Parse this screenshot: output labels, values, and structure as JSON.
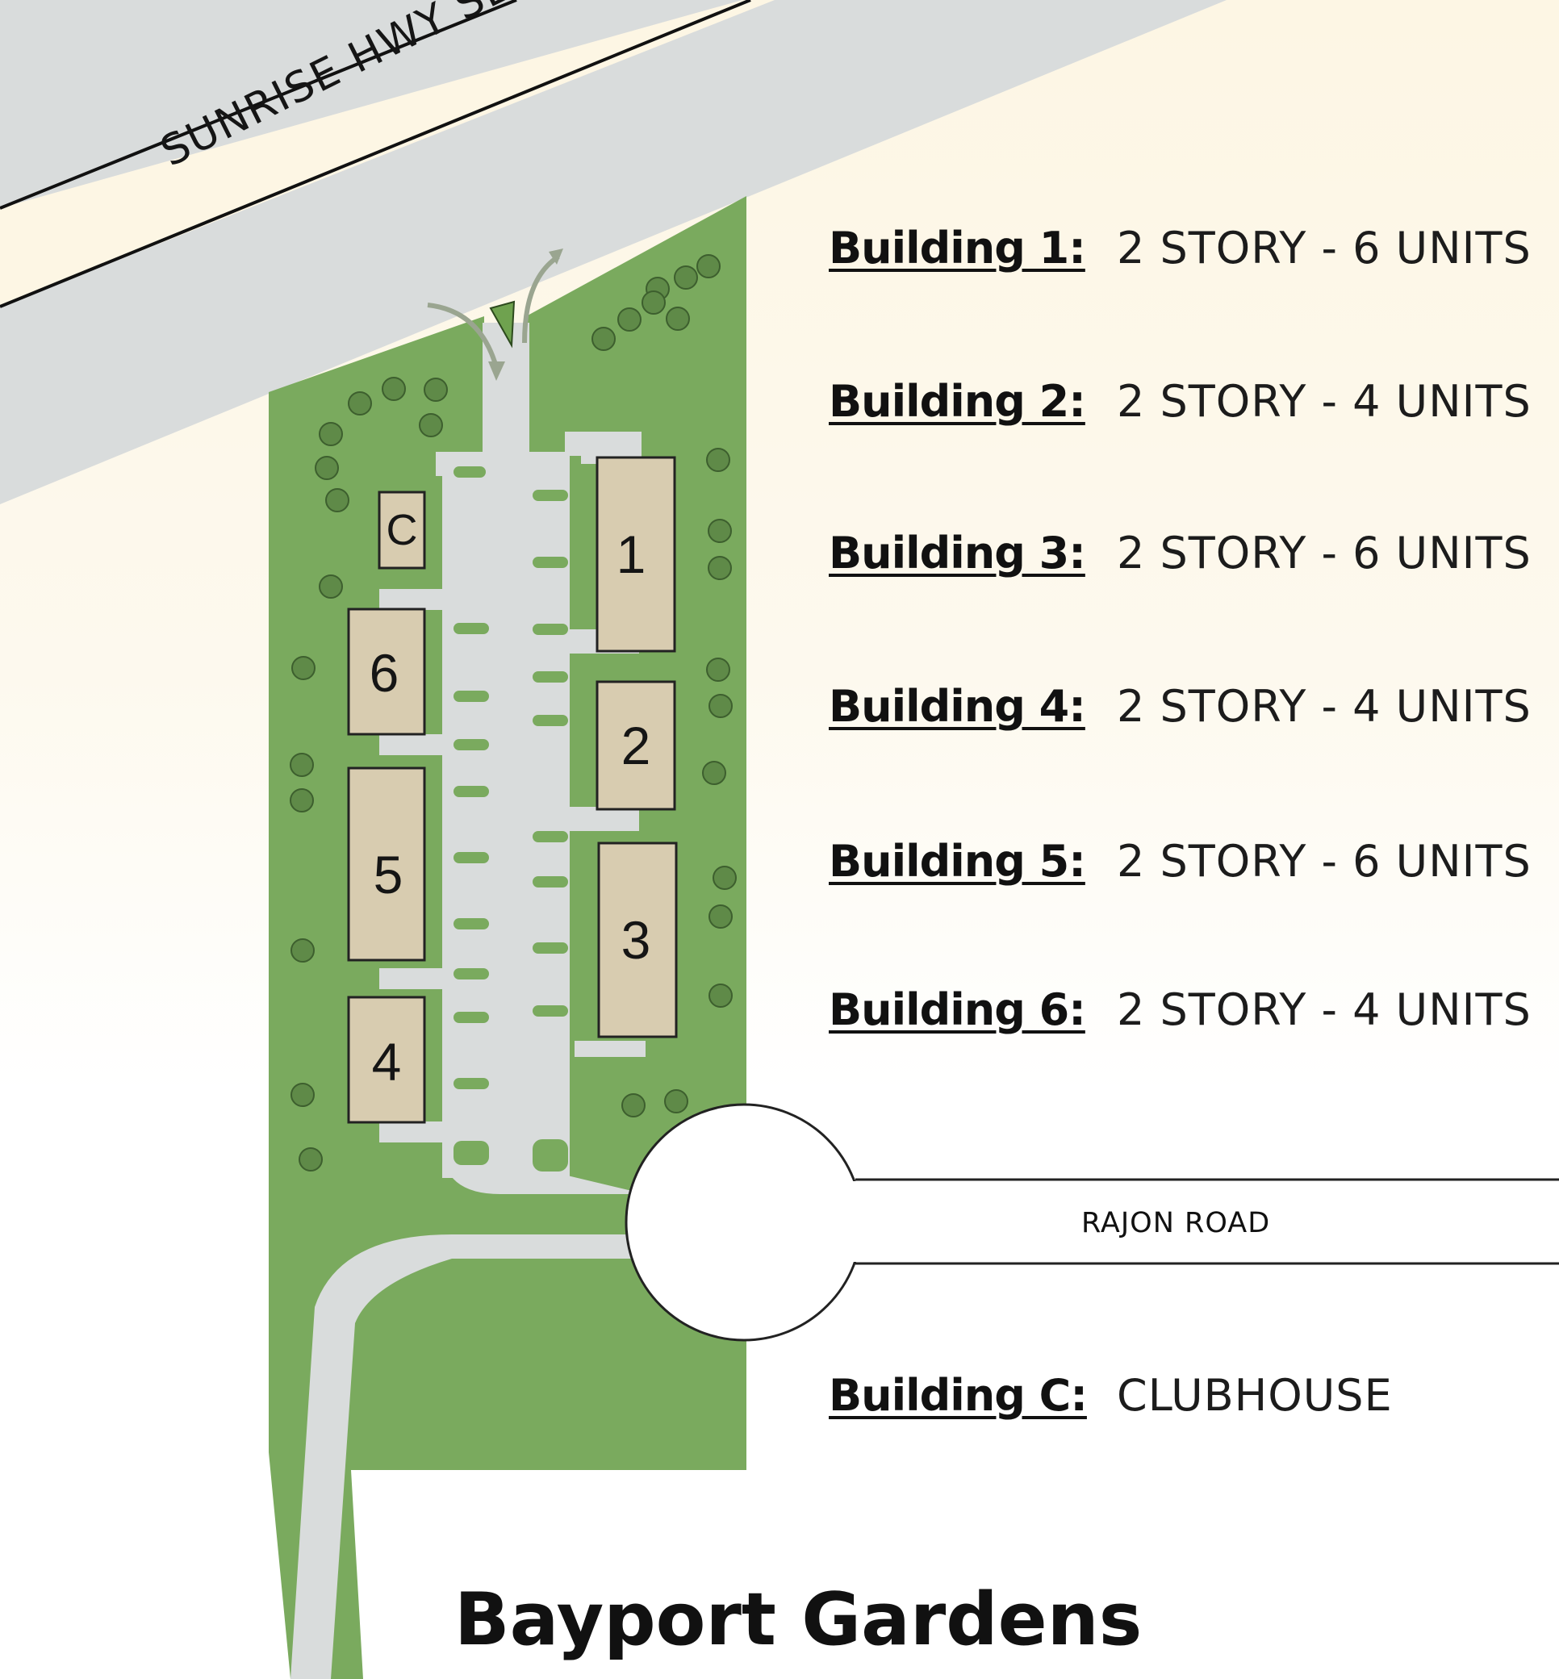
{
  "site": {
    "title": "Bayport Gardens"
  },
  "roads": {
    "north": "SUNRISE HWY SERVICE ROAD",
    "east": "RAJON ROAD"
  },
  "buildings": [
    {
      "id": "1",
      "label": "Building 1:",
      "desc": "2 STORY - 6 UNITS"
    },
    {
      "id": "2",
      "label": "Building 2:",
      "desc": "2 STORY - 4 UNITS"
    },
    {
      "id": "3",
      "label": "Building 3:",
      "desc": "2 STORY - 6 UNITS"
    },
    {
      "id": "4",
      "label": "Building 4:",
      "desc": "2 STORY - 4 UNITS"
    },
    {
      "id": "5",
      "label": "Building 5:",
      "desc": "2 STORY - 6 UNITS"
    },
    {
      "id": "6",
      "label": "Building 6:",
      "desc": "2 STORY - 4 UNITS"
    },
    {
      "id": "C",
      "label": "Building C:",
      "desc": "CLUBHOUSE"
    }
  ],
  "map_labels": {
    "b1": "1",
    "b2": "2",
    "b3": "3",
    "b4": "4",
    "b5": "5",
    "b6": "6",
    "clubhouse": "C"
  },
  "colors": {
    "lawn": "#7aaa5e",
    "pavement": "#d9dcdc",
    "building": "#d8ccb0",
    "tree": "#6b8f55",
    "arrow": "#9aa590"
  }
}
